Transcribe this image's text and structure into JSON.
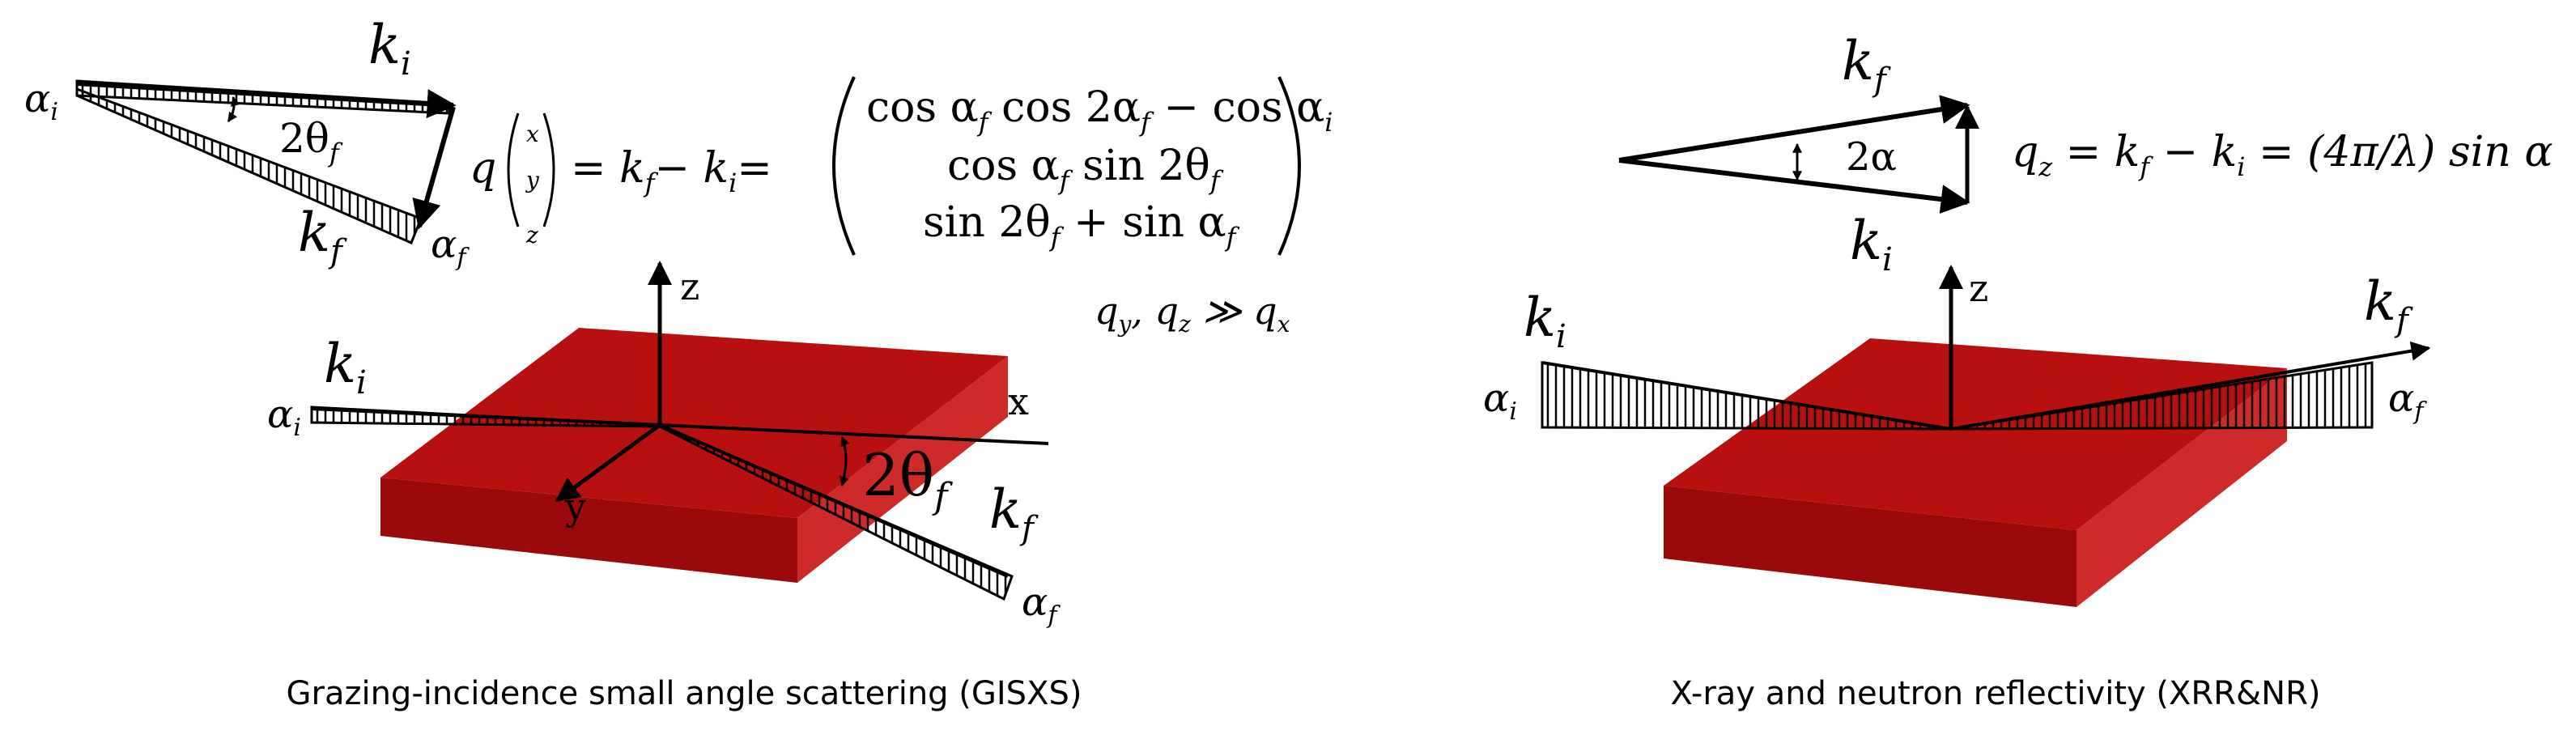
{
  "colors": {
    "slab_top": "#b80f0f",
    "slab_left": "#9a0a0a",
    "slab_right": "#d02a2a",
    "ink": "#000000"
  },
  "gisaxs": {
    "inset": {
      "alpha_i": "α",
      "alpha_i_sub": "i",
      "k_i": "k",
      "k_i_sub": "i",
      "two_theta_f": "2θ",
      "two_theta_f_sub": "f",
      "k_f": "k",
      "k_f_sub": "f",
      "alpha_f": "α",
      "alpha_f_sub": "f"
    },
    "equation": {
      "q": "q",
      "vec_x": "x",
      "vec_y": "y",
      "vec_z": "z",
      "middle": "= k",
      "middle_sub1": "f",
      "minus": "− k",
      "middle_sub2": "i",
      "equals": "=",
      "row1": "cos α",
      "row1_sub1": "f",
      "row1_mid": " cos 2α",
      "row1_sub2": "f",
      "row1_end": " − cos α",
      "row1_sub3": "i",
      "row2": "cos α",
      "row2_sub1": "f",
      "row2_mid": " sin 2θ",
      "row2_sub2": "f",
      "row3": "sin 2θ",
      "row3_sub1": "f",
      "row3_mid": " + sin α",
      "row3_sub2": "f"
    },
    "condition": {
      "q1": "q",
      "q1_sub": "y",
      "q2": ", q",
      "q2_sub": "z",
      "rel": " ≫ q",
      "rel_sub": "x"
    },
    "sample": {
      "axis_z": "z",
      "axis_x": "x",
      "axis_y": "y",
      "k_i": "k",
      "k_i_sub": "i",
      "alpha_i": "α",
      "alpha_i_sub": "i",
      "two_theta": "2θ",
      "two_theta_sub": "f",
      "k_f": "k",
      "k_f_sub": "f",
      "alpha_f": "α",
      "alpha_f_sub": "f"
    },
    "caption": "Grazing-incidence small angle scattering (GISXS)"
  },
  "xrr": {
    "inset": {
      "k_f": "k",
      "k_f_sub": "f",
      "two_alpha": "2α",
      "k_i": "k",
      "k_i_sub": "i"
    },
    "equation": {
      "q": "q",
      "q_sub": "z",
      "text": " = k",
      "sub1": "f",
      "text2": " − k",
      "sub2": "i",
      "text3": " = (4π/λ) sin α"
    },
    "sample": {
      "axis_z": "z",
      "k_i": "k",
      "k_i_sub": "i",
      "alpha_i": "α",
      "alpha_i_sub": "i",
      "k_f": "k",
      "k_f_sub": "f",
      "alpha_f": "α",
      "alpha_f_sub": "f"
    },
    "caption": "X-ray and neutron reflectivity (XRR&NR)"
  }
}
